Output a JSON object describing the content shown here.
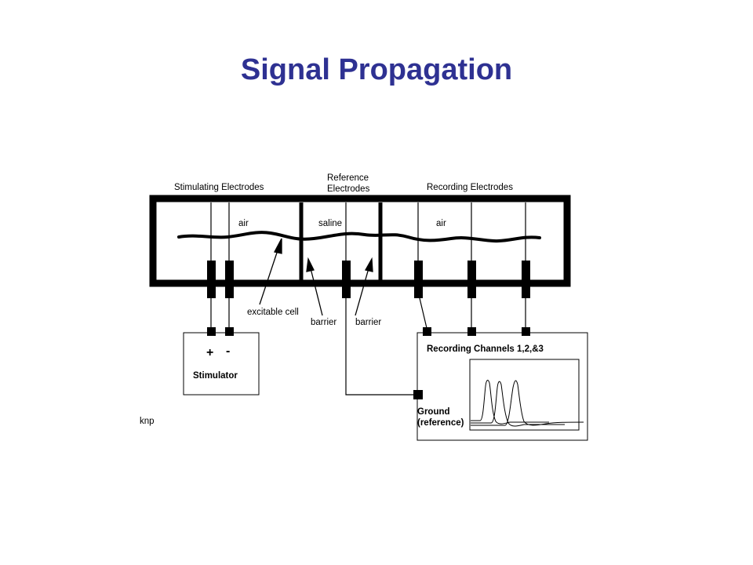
{
  "slide": {
    "title": "Signal Propagation"
  },
  "diagram": {
    "labels": {
      "stimulating_electrodes": "Stimulating Electrodes",
      "reference_line1": "Reference",
      "reference_line2": "Electrodes",
      "recording_electrodes": "Recording Electrodes",
      "air_left": "air",
      "saline": "saline",
      "air_right": "air",
      "excitable_cell": "excitable cell",
      "barrier_left": "barrier",
      "barrier_right": "barrier",
      "plus": "+",
      "minus": "-",
      "stimulator": "Stimulator",
      "recording_channels": "Recording Channels 1,2,&3",
      "ground_line1": "Ground",
      "ground_line2": "(reference)",
      "credit": "knp"
    }
  }
}
